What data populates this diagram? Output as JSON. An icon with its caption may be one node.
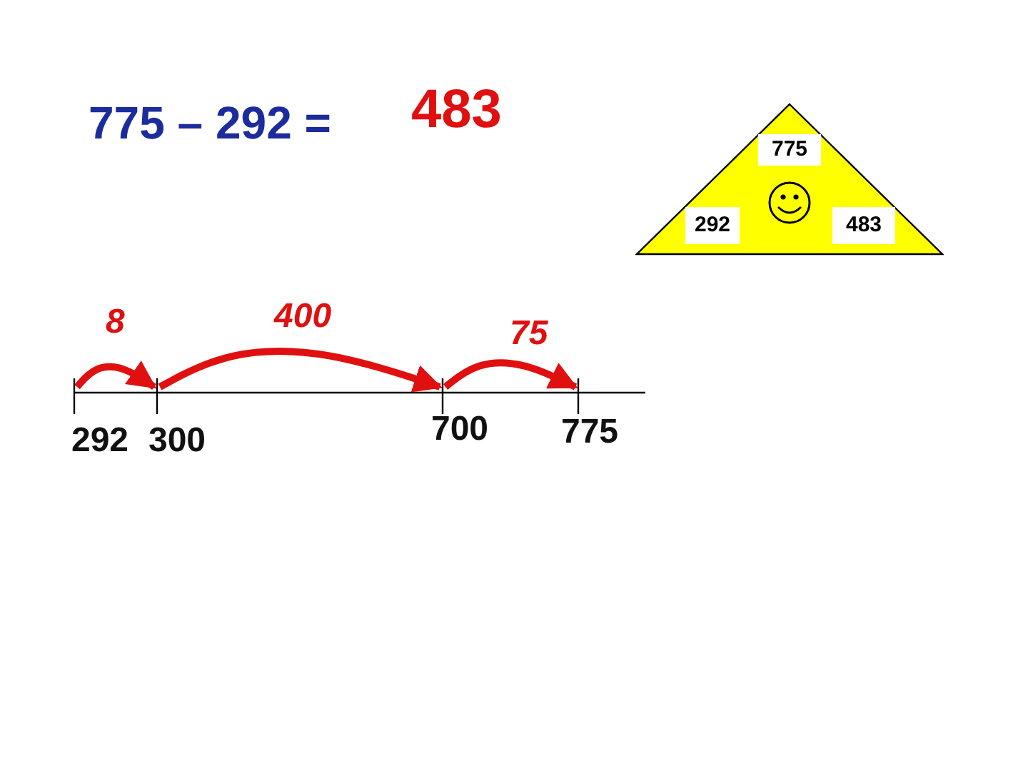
{
  "diagram": {
    "title": "775 – 292 =",
    "nodes": [
      {
        "text": [
          "292"
        ]
      },
      {
        "text": [
          "300"
        ]
      },
      {
        "text": [
          "700"
        ]
      },
      {
        "text": [
          "775"
        ]
      },
      {
        "text": [],
        "shape": "triangle"
      },
      {
        "text": [
          "775"
        ],
        "in": 4
      },
      {
        "text": [
          "292"
        ],
        "in": 4
      },
      {
        "text": [
          "483"
        ],
        "in": 4
      }
    ],
    "edges": [
      {
        "from": 0,
        "to": 1,
        "arrow": "to",
        "label": "8"
      },
      {
        "from": 1,
        "to": 2,
        "arrow": "to",
        "label": "400"
      },
      {
        "from": 2,
        "to": 3,
        "arrow": "to",
        "label": "75"
      }
    ],
    "labels": [
      "483"
    ]
  }
}
